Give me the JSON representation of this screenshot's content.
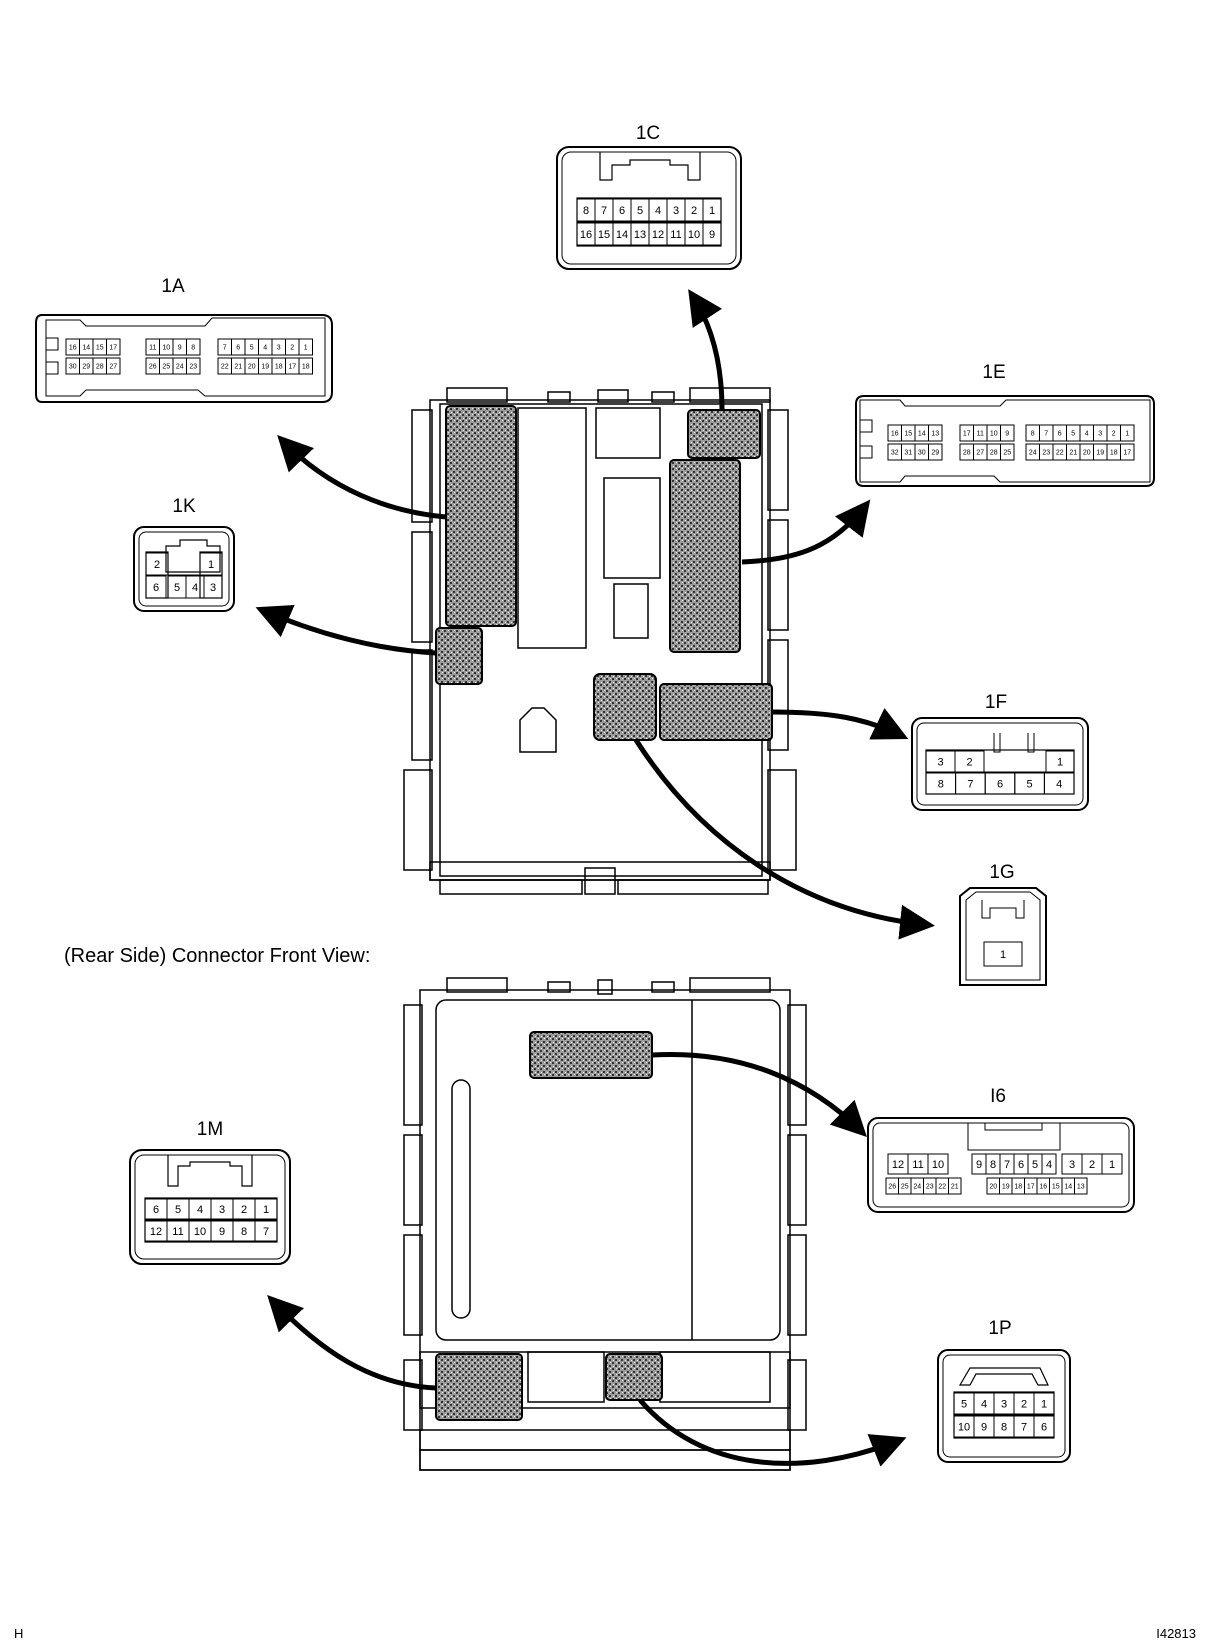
{
  "connectors": {
    "c1A": {
      "label": "1A",
      "row1": [
        "16",
        "14",
        "15",
        "17",
        "11",
        "10",
        "9",
        "8",
        "7",
        "6",
        "5",
        "4",
        "3",
        "2",
        "1"
      ],
      "row2": [
        "30",
        "29",
        "28",
        "27",
        "26",
        "25",
        "24",
        "23",
        "22",
        "21",
        "20",
        "19",
        "18",
        "17",
        "18"
      ]
    },
    "c1C": {
      "label": "1C",
      "row1": [
        "8",
        "7",
        "6",
        "5",
        "4",
        "3",
        "2",
        "1"
      ],
      "row2": [
        "16",
        "15",
        "14",
        "13",
        "12",
        "11",
        "10",
        "9"
      ]
    },
    "c1E": {
      "label": "1E",
      "row1": [
        "16",
        "15",
        "14",
        "13",
        "17",
        "11",
        "10",
        "9",
        "8",
        "7",
        "6",
        "5",
        "4",
        "3",
        "2",
        "1"
      ],
      "row2": [
        "32",
        "31",
        "30",
        "29",
        "28",
        "27",
        "28",
        "25",
        "24",
        "23",
        "22",
        "21",
        "20",
        "19",
        "18",
        "17"
      ]
    },
    "c1K": {
      "label": "1K",
      "row1": [
        "2",
        "1"
      ],
      "row2": [
        "6",
        "5",
        "4",
        "3"
      ]
    },
    "c1F": {
      "label": "1F",
      "row1": [
        "3",
        "2",
        "1"
      ],
      "row2": [
        "8",
        "7",
        "6",
        "5",
        "4"
      ]
    },
    "c1G": {
      "label": "1G",
      "row1": [
        "1"
      ]
    },
    "cI6": {
      "label": "I6",
      "row1": [
        "12",
        "11",
        "10",
        "9",
        "8",
        "7",
        "6",
        "5",
        "4",
        "3",
        "2",
        "1"
      ],
      "row2": [
        "26",
        "25",
        "24",
        "23",
        "22",
        "21",
        "20",
        "19",
        "18",
        "17",
        "16",
        "15",
        "14",
        "13"
      ]
    },
    "c1M": {
      "label": "1M",
      "row1": [
        "6",
        "5",
        "4",
        "3",
        "2",
        "1"
      ],
      "row2": [
        "12",
        "11",
        "10",
        "9",
        "8",
        "7"
      ]
    },
    "c1P": {
      "label": "1P",
      "row1": [
        "5",
        "4",
        "3",
        "2",
        "1"
      ],
      "row2": [
        "10",
        "9",
        "8",
        "7",
        "6"
      ]
    }
  },
  "rear_label": "(Rear Side) Connector Front View:",
  "footer_left": "H",
  "footer_right": "I42813",
  "colors": {
    "line": "#000000",
    "shade": "#8a8a8a",
    "background": "#ffffff"
  }
}
